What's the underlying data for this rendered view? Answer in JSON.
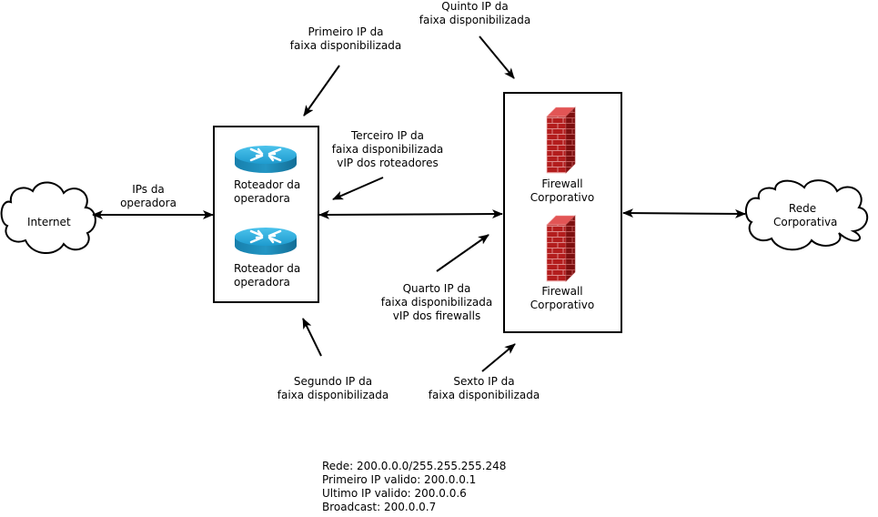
{
  "nodes": {
    "internet": {
      "label": "Internet"
    },
    "corporate_network": {
      "label_lines": [
        "Rede",
        "Corporativa"
      ]
    },
    "router_1": {
      "label_lines": [
        "Roteador da",
        "operadora"
      ],
      "icon": "router-icon"
    },
    "router_2": {
      "label_lines": [
        "Roteador da",
        "operadora"
      ],
      "icon": "router-icon"
    },
    "firewall_1": {
      "label_lines": [
        "Firewall",
        "Corporativo"
      ],
      "icon": "firewall-icon"
    },
    "firewall_2": {
      "label_lines": [
        "Firewall",
        "Corporativo"
      ],
      "icon": "firewall-icon"
    }
  },
  "edge_labels": {
    "internet_to_routers": [
      "IPs da",
      "operadora"
    ]
  },
  "annotations": {
    "first_ip": [
      "Primeiro IP da",
      "faixa disponibilizada"
    ],
    "second_ip": [
      "Segundo IP da",
      "faixa disponibilizada"
    ],
    "third_ip": [
      "Terceiro IP da",
      "faixa disponibilizada",
      "vIP dos roteadores"
    ],
    "fourth_ip": [
      "Quarto IP da",
      "faixa disponibilizada",
      "vIP dos firewalls"
    ],
    "fifth_ip": [
      "Quinto IP da",
      "faixa disponibilizada"
    ],
    "sixth_ip": [
      "Sexto IP da",
      "faixa disponibilizada"
    ]
  },
  "network_info": [
    "Rede: 200.0.0.0/255.255.255.248",
    "Primeiro IP valido: 200.0.0.1",
    "Ultimo IP valido: 200.0.0.6",
    "Broadcast: 200.0.0.7"
  ],
  "colors": {
    "router_top": "#2aa8d8",
    "router_side": "#1a7fa8",
    "firewall_front": "#b01c1c",
    "firewall_side": "#7a0e0e",
    "firewall_top": "#e85a5a"
  }
}
